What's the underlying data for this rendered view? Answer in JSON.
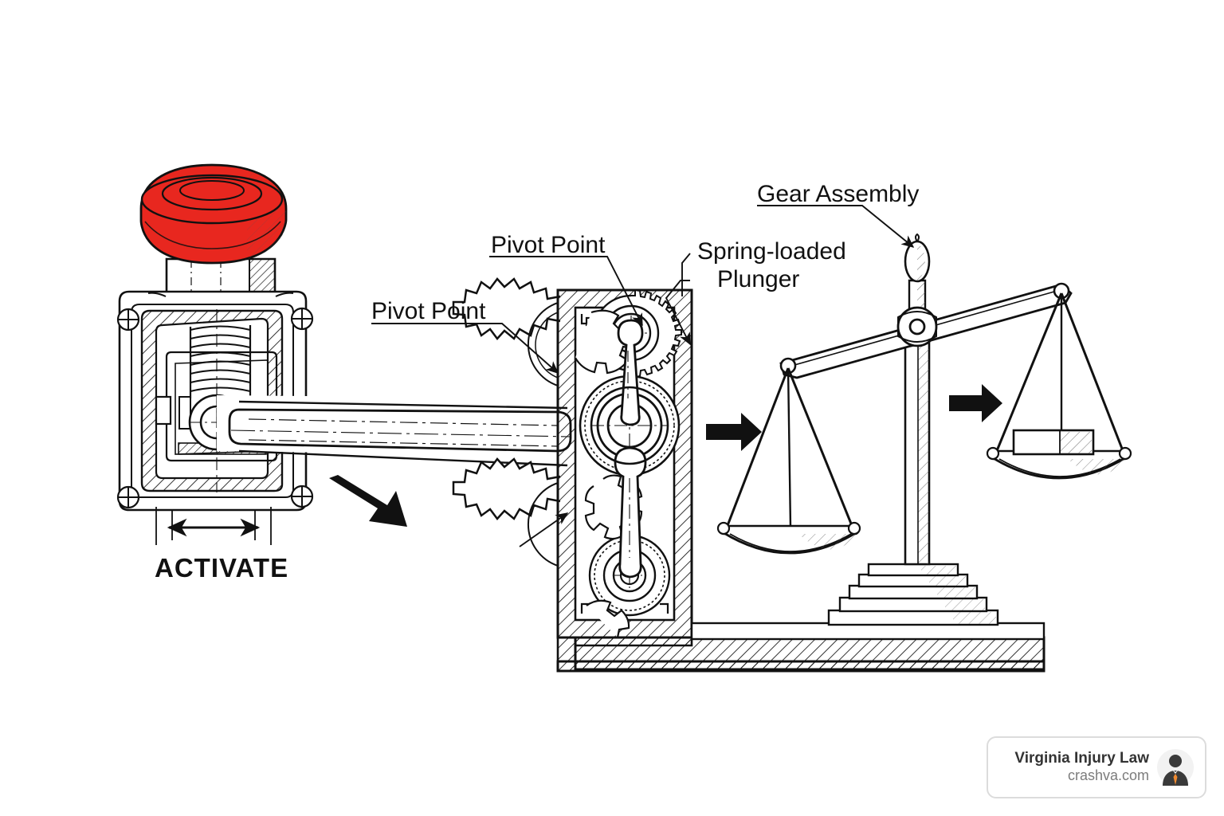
{
  "diagram": {
    "title": "Emergency stop button mechanism with gear assembly driving a balance scale",
    "background_color": "#ffffff",
    "line_color": "#111111",
    "button_color": "#e8271f",
    "labels": {
      "activate": "ACTIVATE",
      "pivot_point_left": "Pivot Point",
      "pivot_point_right": "Pivot Point",
      "spring_loaded_line1": "Spring-loaded",
      "spring_loaded_line2": "Plunger",
      "gear_assembly": "Gear Assembly"
    },
    "components": {
      "push_button": "red mushroom emergency stop button",
      "mounting_plate": "square flanged mounting plate with four corner screws",
      "spring": "coil compression spring",
      "link_arm": "tapered connecting link arm",
      "gear_housing": "sectioned gear housing with hatching",
      "gears": "spur gear train",
      "balance_scale": "two-pan balance scale on stepped pedestal",
      "weight_block": "rectangular weight block on right pan",
      "base": "hatched foundation slab"
    },
    "arrows": [
      {
        "name": "motion-arrow-button",
        "direction": "down-right"
      },
      {
        "name": "motion-arrow-left-pan",
        "direction": "right"
      },
      {
        "name": "motion-arrow-right-pan",
        "direction": "right"
      }
    ]
  },
  "watermark": {
    "title": "Virginia Injury Law",
    "url": "crashva.com",
    "icon": "person-avatar-icon",
    "tie_color": "#f08a30",
    "figure_color": "#3a3a3a"
  }
}
